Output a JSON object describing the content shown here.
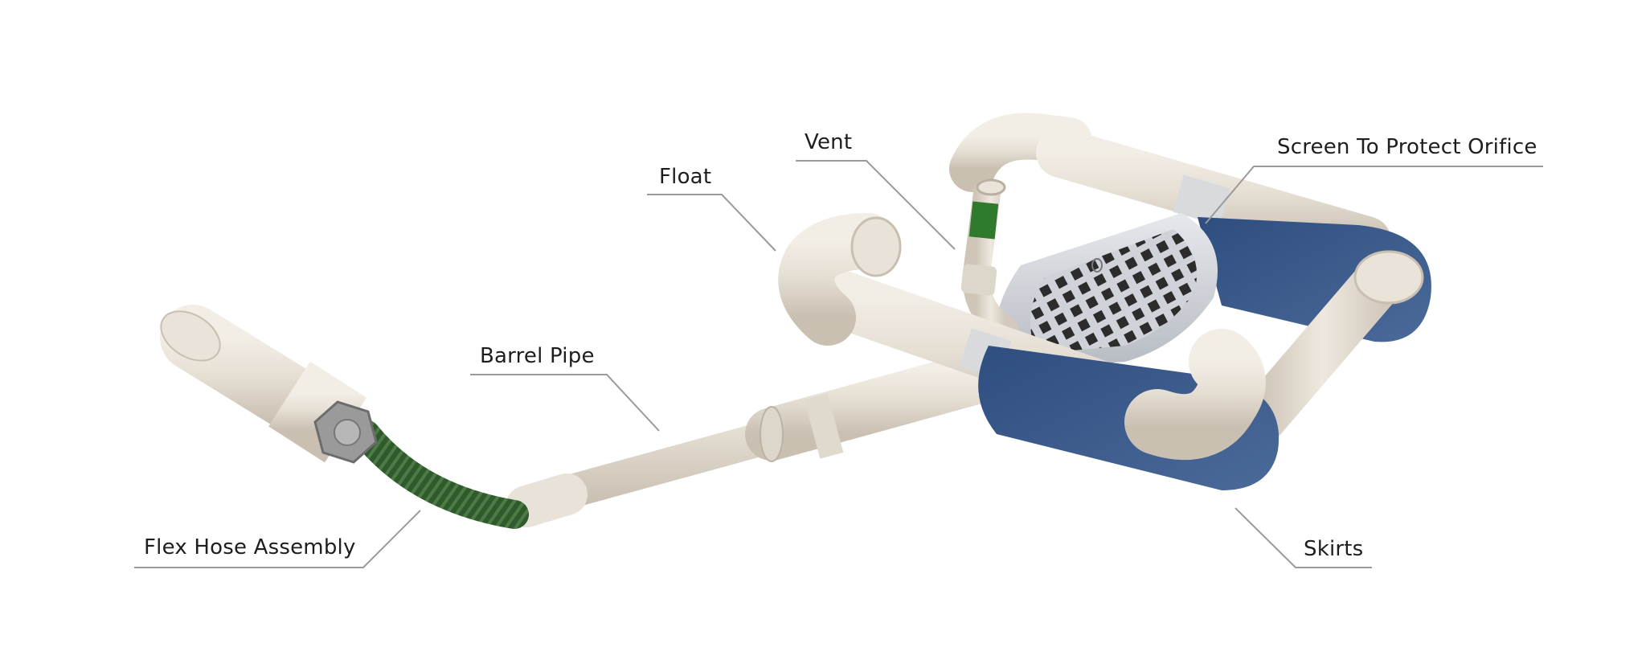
{
  "diagram": {
    "labels": {
      "vent": "Vent",
      "float": "Float",
      "screen": "Screen To Protect Orifice",
      "barrel": "Barrel Pipe",
      "flex": "Flex Hose Assembly",
      "skirts": "Skirts"
    },
    "colors": {
      "pvc": "#e7e1d7",
      "pvc_shadow": "#cfc6b8",
      "skirt": "#3a5a8c",
      "hose": "#2f5a2c",
      "screen": "#d4d7dc",
      "metal": "#8e8e8e",
      "leader": "#9a9a9a"
    }
  }
}
